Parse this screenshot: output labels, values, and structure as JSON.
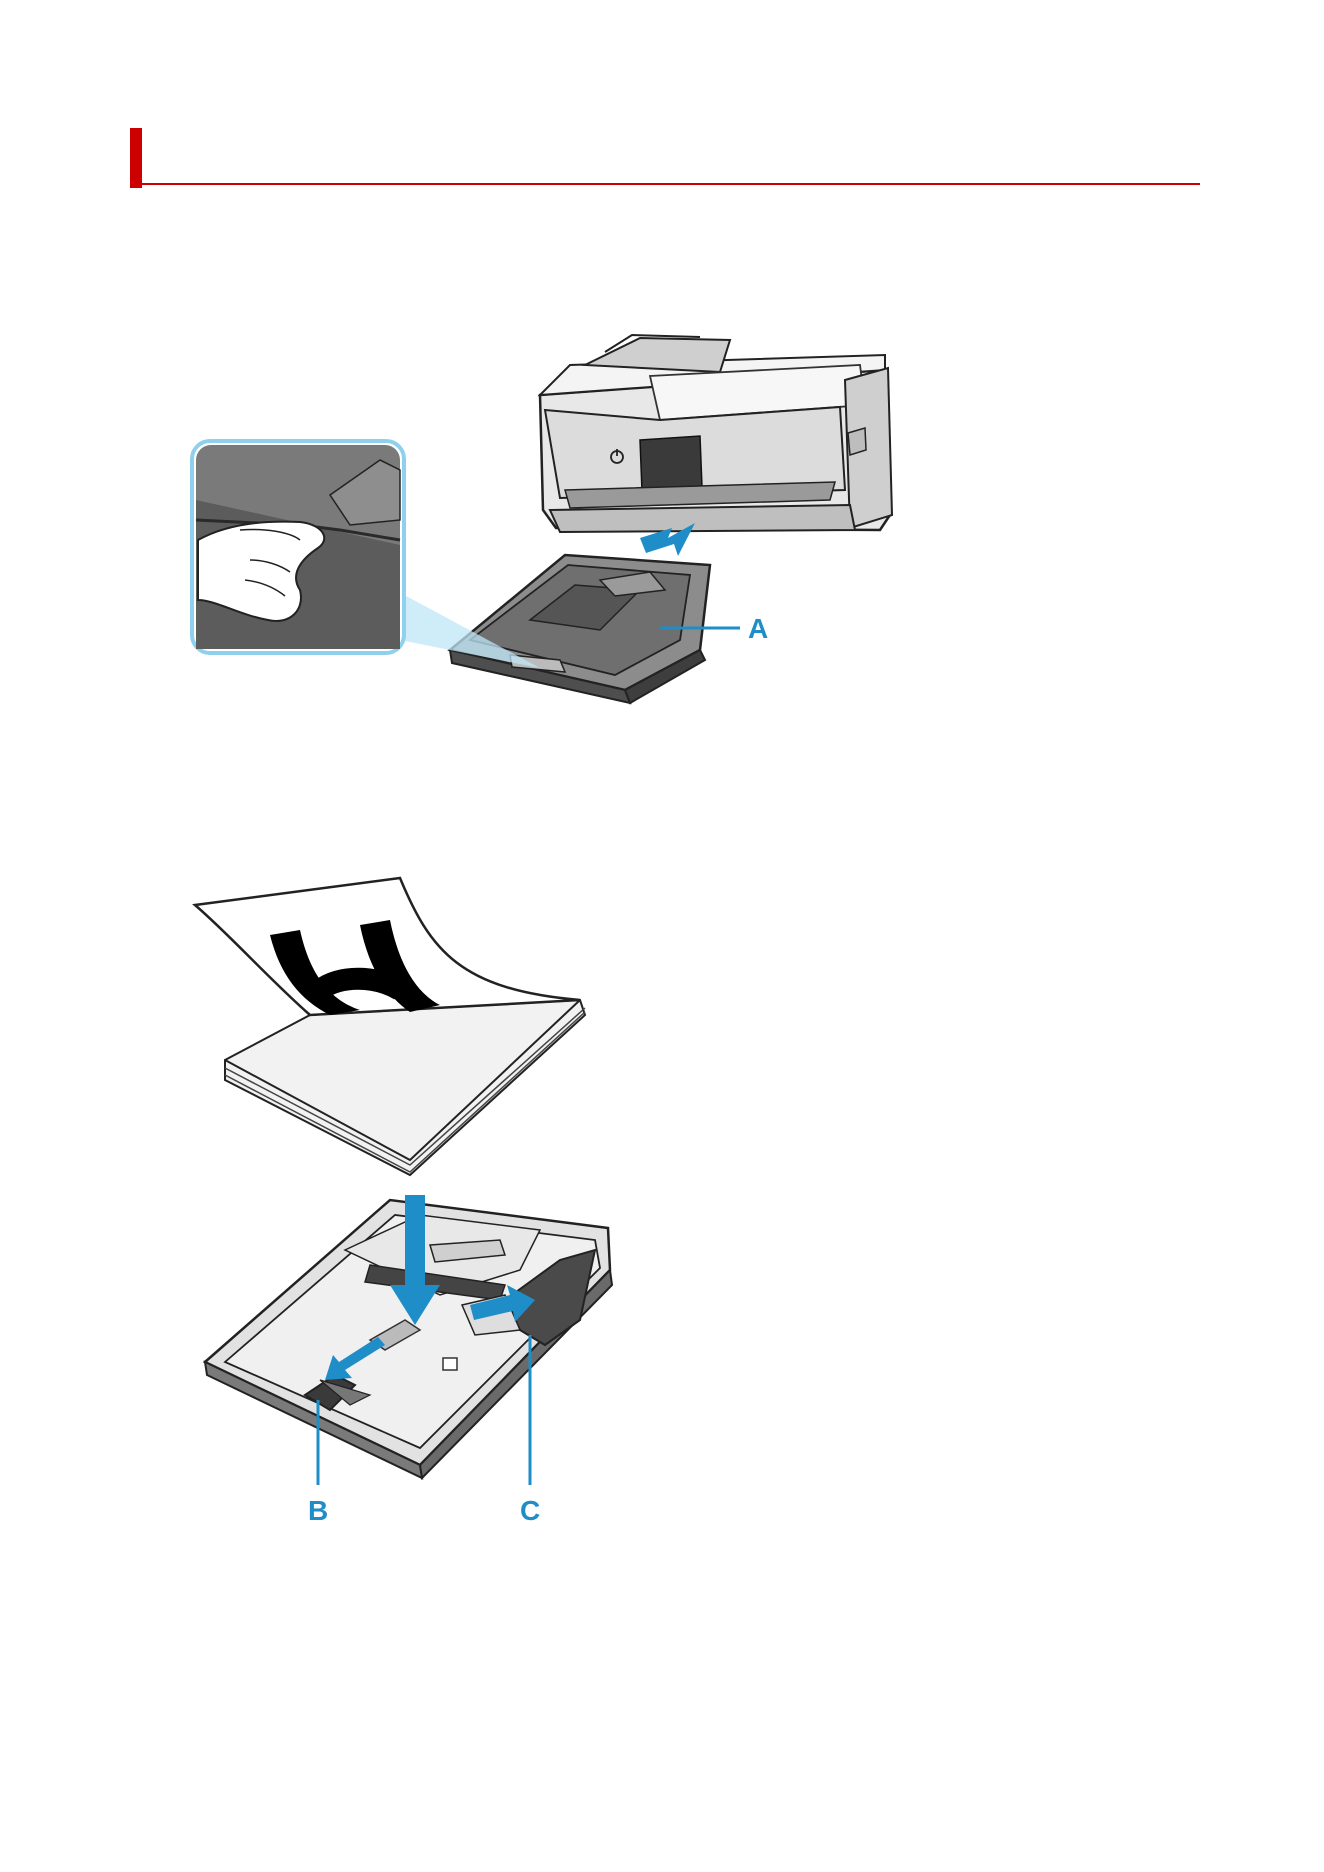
{
  "page": {
    "title": ""
  },
  "figure1": {
    "label_a": "A"
  },
  "figure2": {
    "label_b": "B",
    "label_c": "C"
  },
  "colors": {
    "accent": "#cc0000",
    "callout": "#1f8dc8",
    "zoom_ring": "#8fd0ee"
  }
}
